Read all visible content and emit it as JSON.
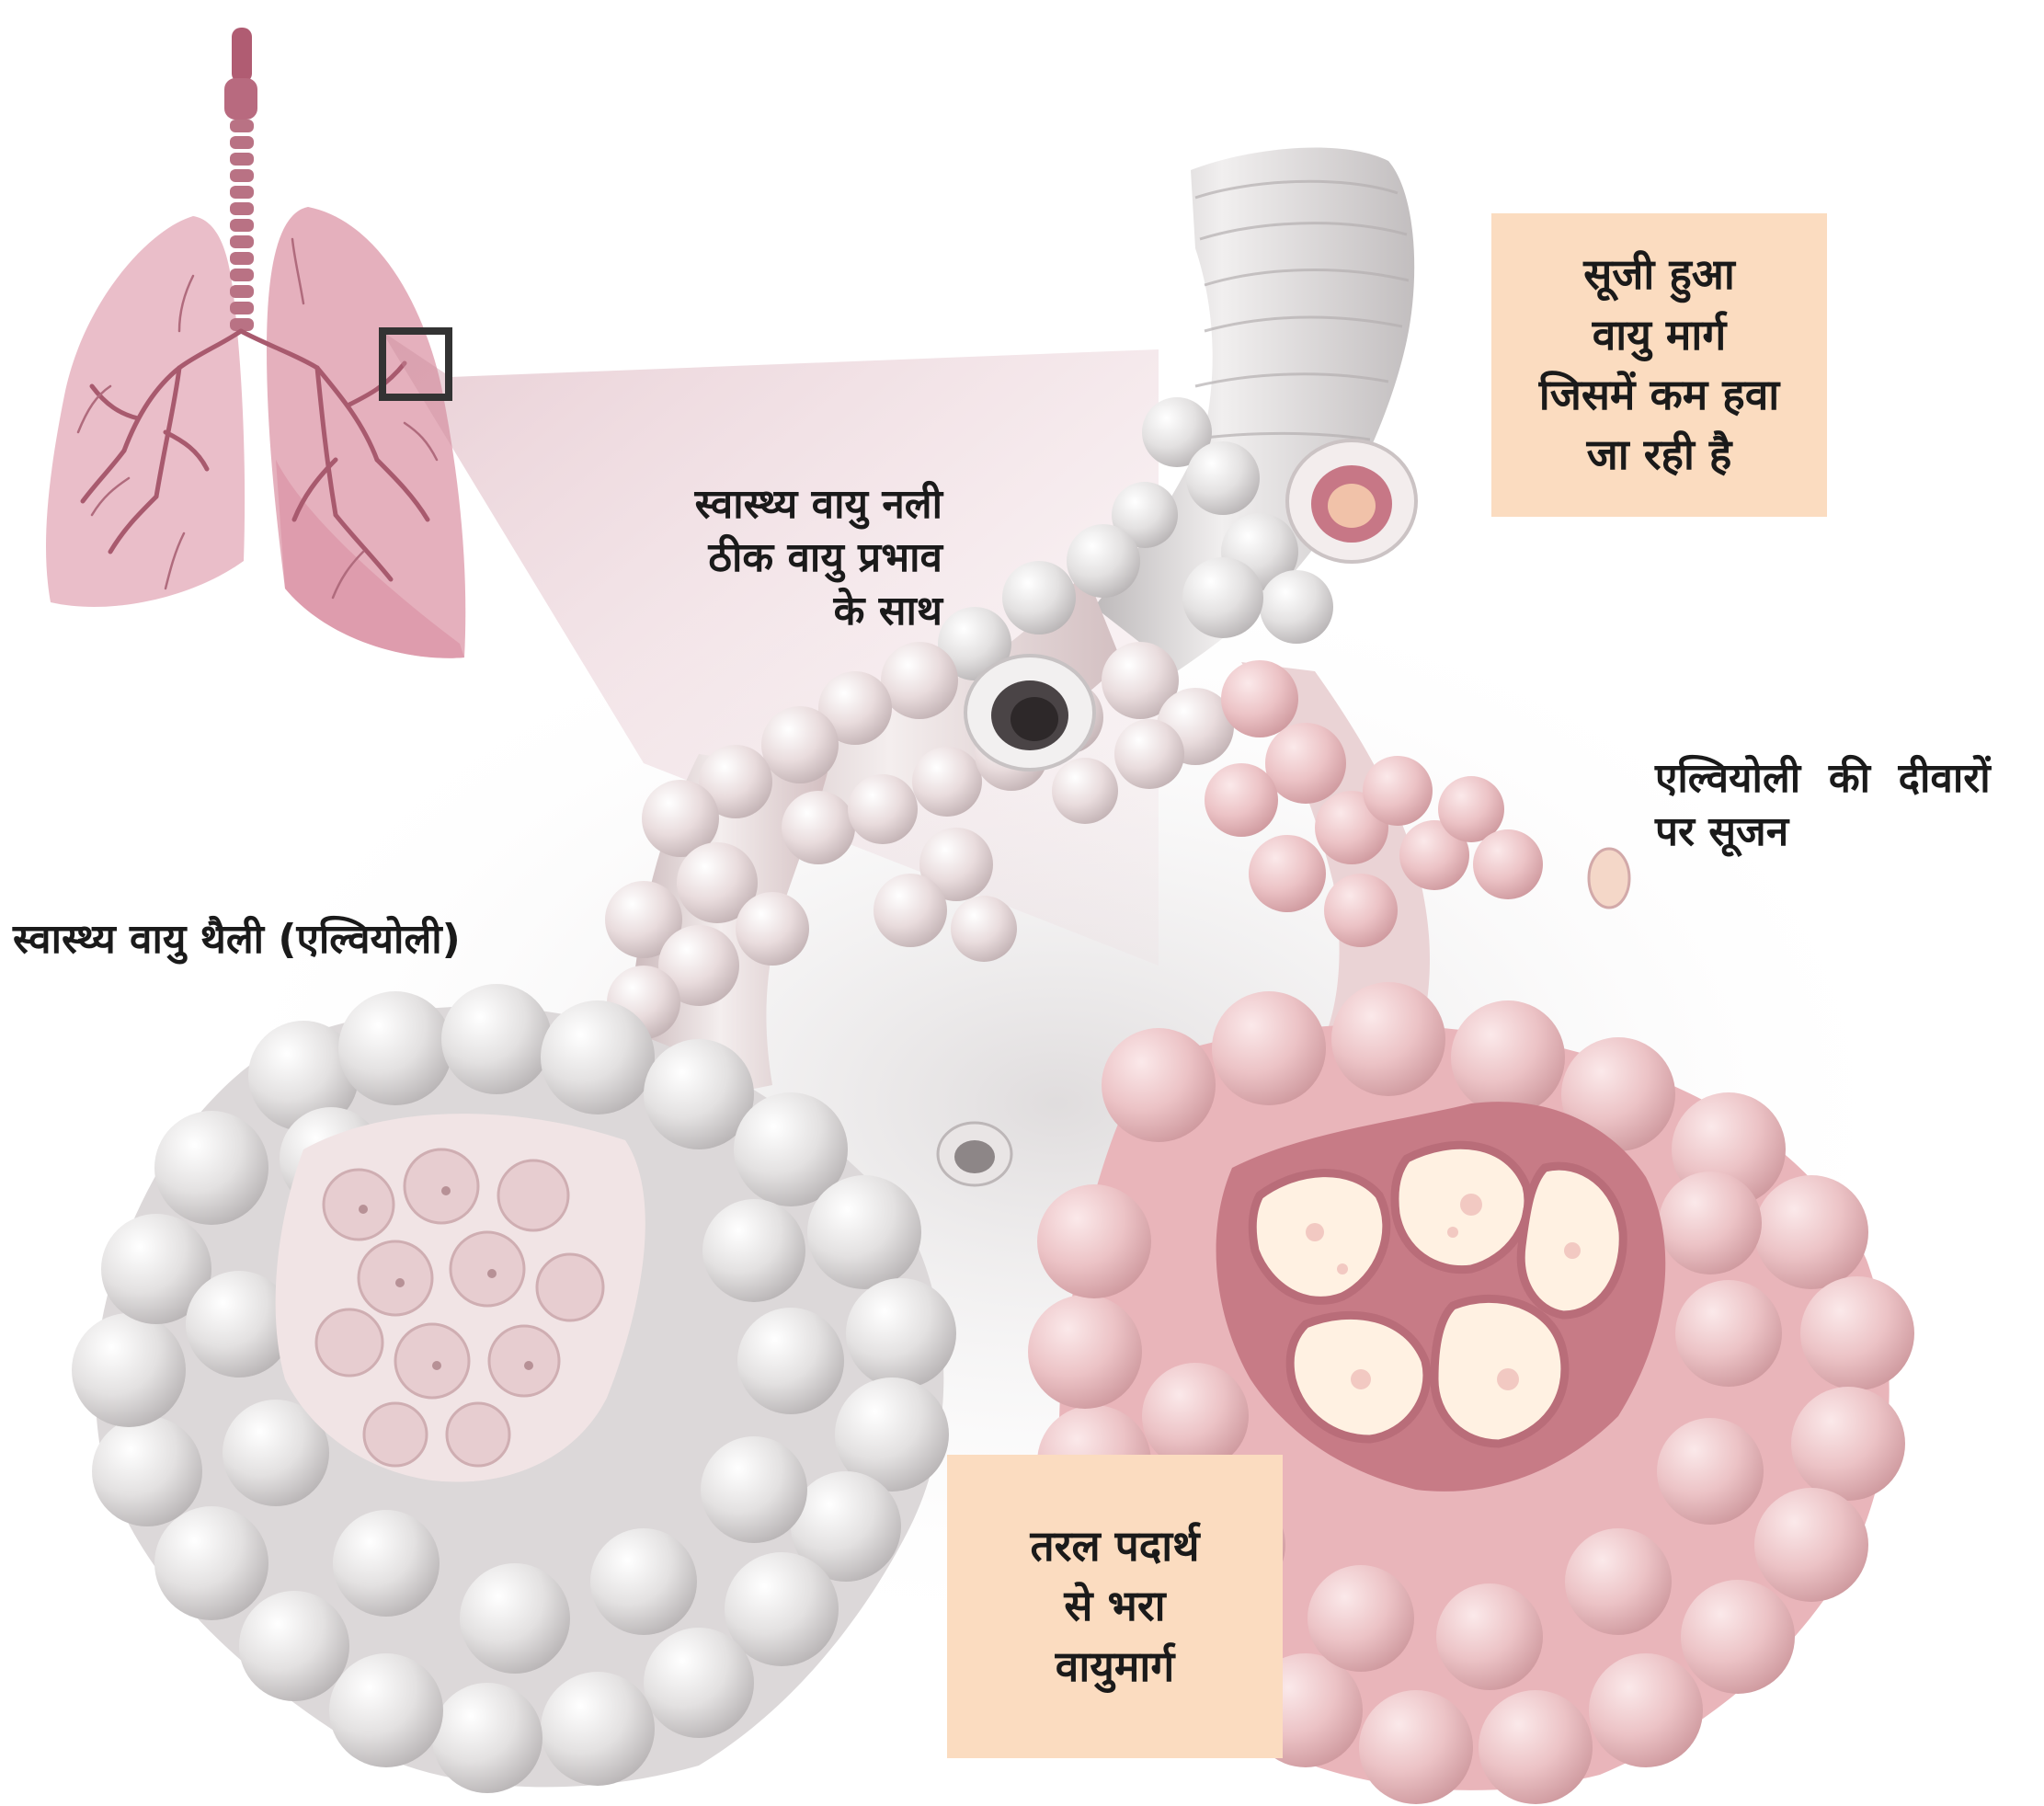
{
  "colors": {
    "background": "#ffffff",
    "callout_box": "#fbdcc0",
    "healthy_tissue": "#e6e4e4",
    "inflamed_tissue": "#ecbcc0",
    "lung_fill": "#e2a9b4",
    "airway_fill": "#c97f8d",
    "fluid": "#fff3e4",
    "inset_frame": "#333333",
    "zoom_wedge": "#c98a9a"
  },
  "illustration": {
    "inset": "lungs-inset",
    "left_cluster": "healthy-alveoli-cluster",
    "right_cluster": "inflamed-alveoli-cluster",
    "airway": "bronchiole-tree"
  },
  "labels": {
    "healthy_airway": {
      "line1": "स्वास्थ्य वायु नली",
      "line2": "ठीक वायु प्रभाव",
      "line3": "के साथ"
    },
    "swollen_airway": {
      "line1": "सूजी हुआ",
      "line2": "वायु मार्ग",
      "line3": "जिसमें कम हवा",
      "line4": "जा रही है"
    },
    "alveoli_wall": {
      "line1": "एल्वियोली  की  दीवारों",
      "line2": "पर सूजन"
    },
    "healthy_alveoli": {
      "line1": "स्वास्थ्य वायु थैली (एल्वियोली)"
    },
    "fluid_airway": {
      "line1": "तरल पदार्थ",
      "line2": "से भरा",
      "line3": "वायुमार्ग"
    }
  }
}
